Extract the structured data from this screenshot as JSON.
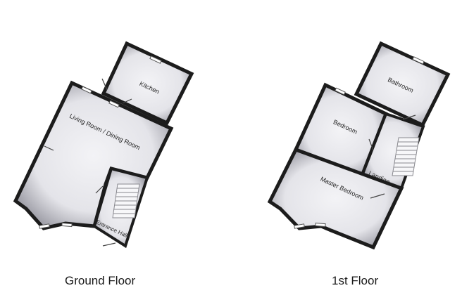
{
  "ground_floor": {
    "label": "Ground Floor",
    "rooms": {
      "kitchen": "Kitchen",
      "living": "Living Room / Dining Room",
      "entrance": "Entrance Hall"
    }
  },
  "first_floor": {
    "label": "1st Floor",
    "rooms": {
      "bathroom": "Bathroom",
      "bedroom": "Bedroom",
      "landing": "Landing",
      "master": "Master Bedroom"
    }
  },
  "colors": {
    "wall": "#1c1c1c",
    "floor_light": "#f2f2f5",
    "floor_shade": "#8f8f98",
    "window": "#ffffff"
  }
}
